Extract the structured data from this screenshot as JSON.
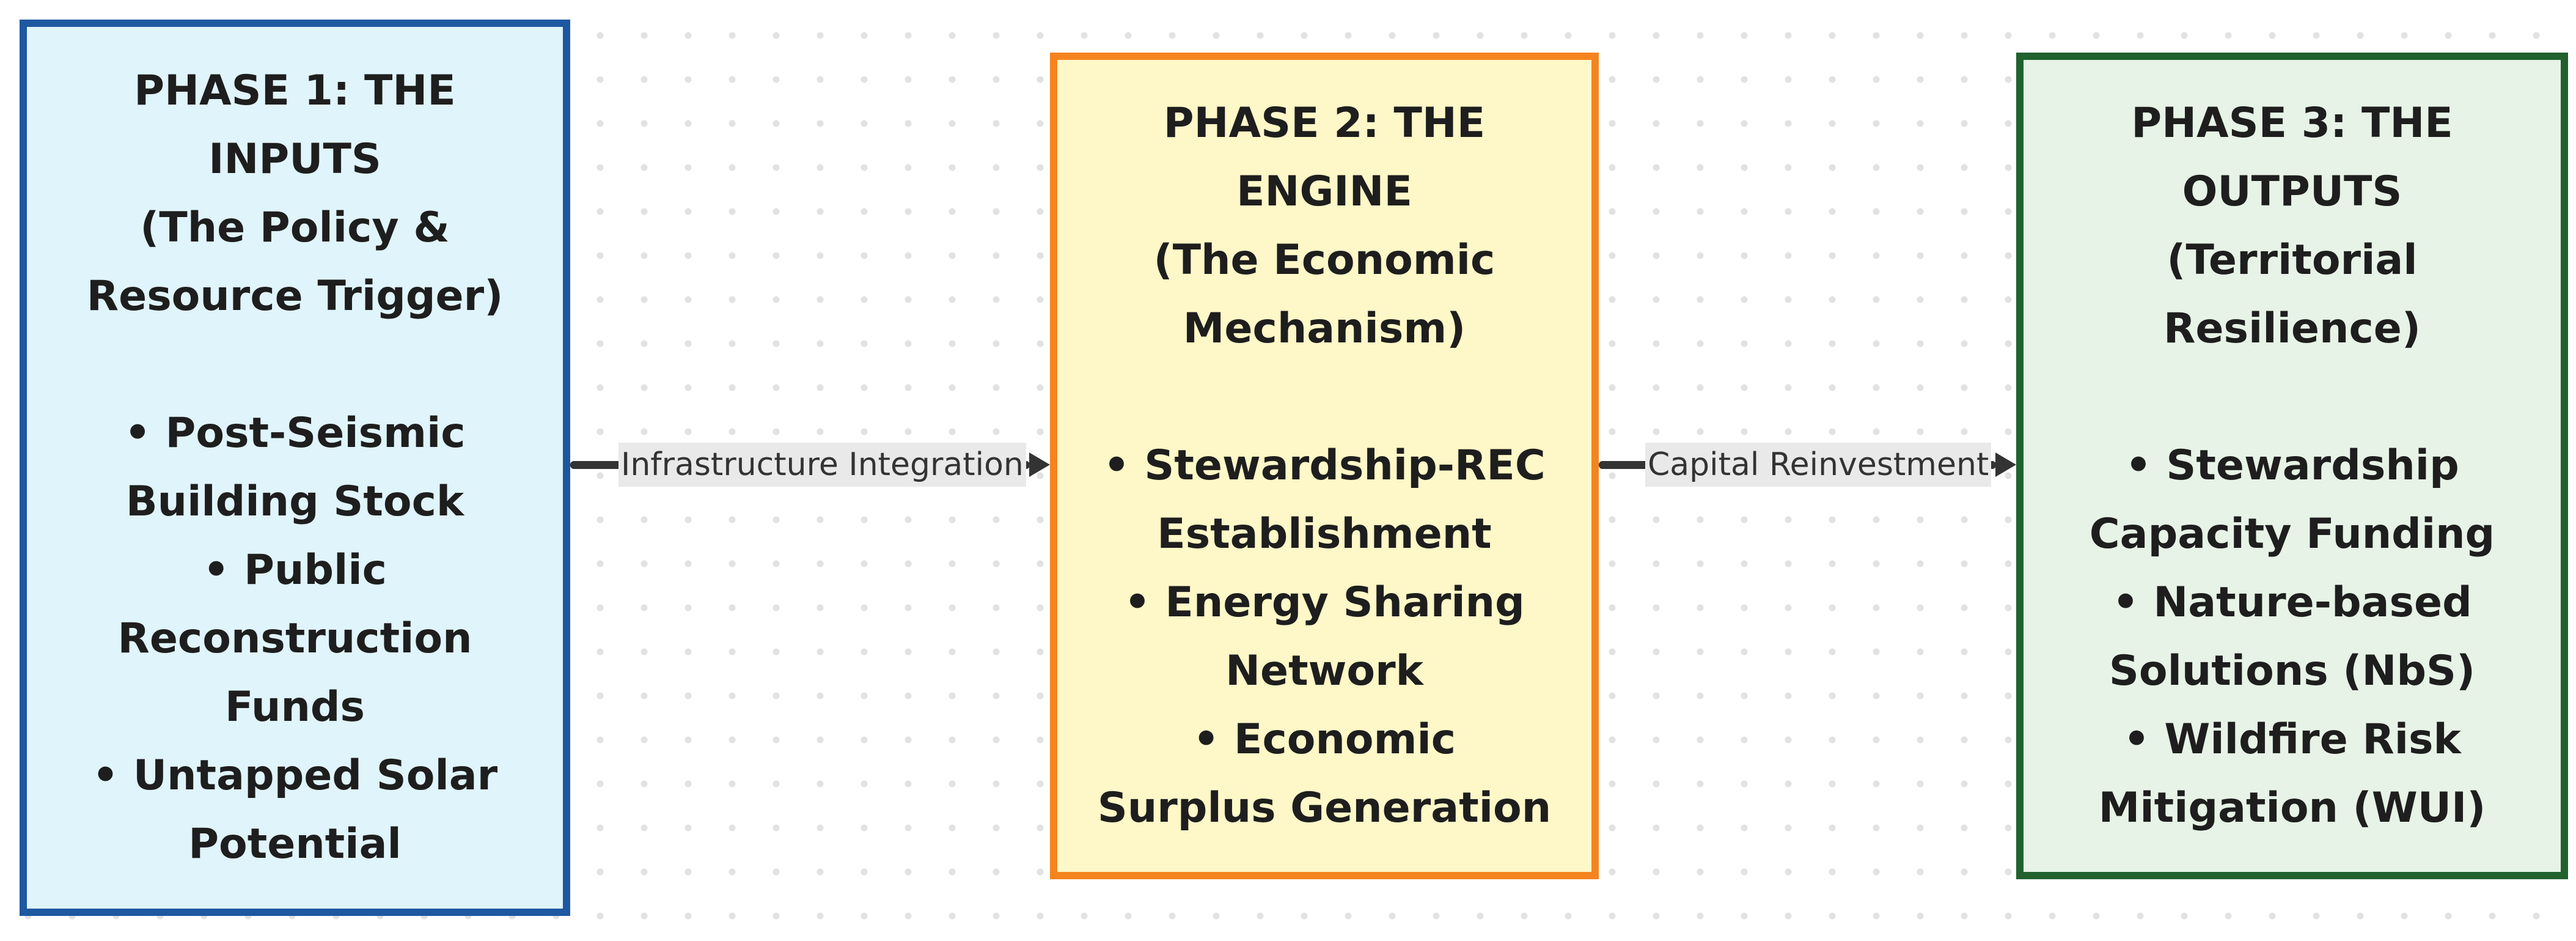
{
  "nodes": [
    {
      "id": "phase1",
      "title_lines": [
        "PHASE 1: THE",
        "INPUTS",
        "(The Policy &",
        "Resource Trigger)"
      ],
      "bullet_lines": [
        "• Post-Seismic",
        "Building Stock",
        "• Public",
        "Reconstruction",
        "Funds",
        "• Untapped Solar",
        "Potential"
      ],
      "fill": "#e0f4fb",
      "stroke": "#1d58a0"
    },
    {
      "id": "phase2",
      "title_lines": [
        "PHASE 2: THE",
        "ENGINE",
        "(The Economic",
        "Mechanism)"
      ],
      "bullet_lines": [
        "• Stewardship-REC",
        "Establishment",
        "• Energy Sharing",
        "Network",
        "• Economic",
        "Surplus Generation"
      ],
      "fill": "#fef7c7",
      "stroke": "#f5841f"
    },
    {
      "id": "phase3",
      "title_lines": [
        "PHASE 3: THE",
        "OUTPUTS",
        "(Territorial",
        "Resilience)"
      ],
      "bullet_lines": [
        "• Stewardship",
        "Capacity Funding",
        "• Nature-based",
        "Solutions (NbS)",
        "• Wildfire Risk",
        "Mitigation (WUI)"
      ],
      "fill": "#e6f3e6",
      "stroke": "#21612e"
    }
  ],
  "edges": [
    {
      "from": "phase1",
      "to": "phase2",
      "label": "Infrastructure Integration"
    },
    {
      "from": "phase2",
      "to": "phase3",
      "label": "Capital Reinvestment"
    }
  ],
  "colors": {
    "connector": "#333333",
    "edge_label_bg": "#e9e9e9",
    "background_dots": "#e2e2e2"
  }
}
